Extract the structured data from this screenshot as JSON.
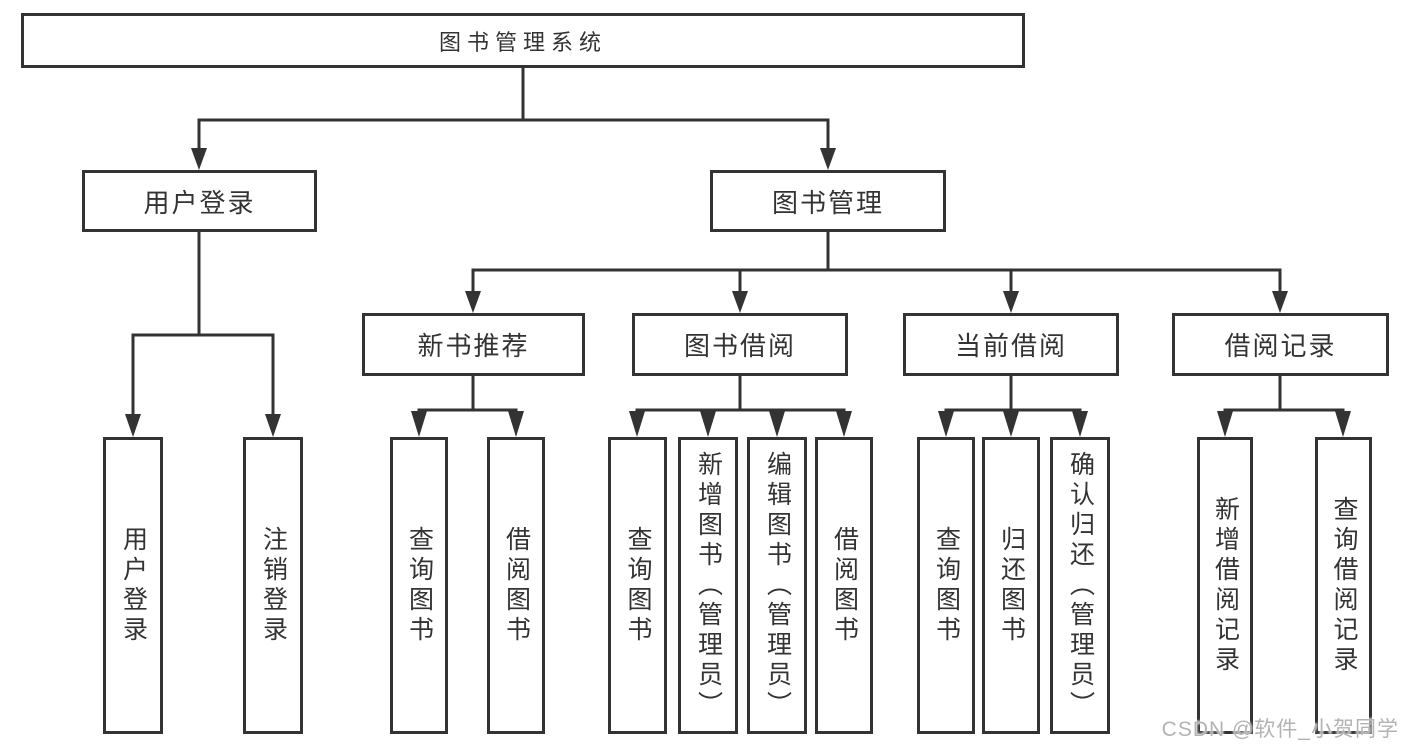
{
  "diagram": {
    "root": {
      "label": "图书管理系统"
    },
    "branches": [
      {
        "label": "用户登录",
        "children": [
          {
            "label": "用户登录"
          },
          {
            "label": "注销登录"
          }
        ]
      },
      {
        "label": "图书管理",
        "children": [
          {
            "label": "新书推荐",
            "children": [
              {
                "label": "查询图书"
              },
              {
                "label": "借阅图书"
              }
            ]
          },
          {
            "label": "图书借阅",
            "children": [
              {
                "label": "查询图书"
              },
              {
                "label": "新增图书（管理员）"
              },
              {
                "label": "编辑图书（管理员）"
              },
              {
                "label": "借阅图书"
              }
            ]
          },
          {
            "label": "当前借阅",
            "children": [
              {
                "label": "查询图书"
              },
              {
                "label": "归还图书"
              },
              {
                "label": "确认归还（管理员）"
              }
            ]
          },
          {
            "label": "借阅记录",
            "children": [
              {
                "label": "新增借阅记录"
              },
              {
                "label": "查询借阅记录"
              }
            ]
          }
        ]
      }
    ]
  },
  "watermark": {
    "text": "CSDN @软件_小贺同学"
  },
  "colors": {
    "line": "#333333",
    "text": "#333333",
    "box_background": "#ffffff",
    "watermark": "#b3b3b6"
  }
}
